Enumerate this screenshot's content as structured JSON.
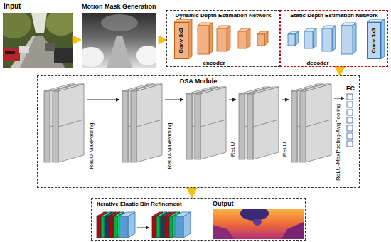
{
  "diagram": {
    "nodes": [
      {
        "text": [
          "Input"
        ]
      },
      {
        "text": [
          "Motion Mask Generation"
        ]
      },
      {
        "text": [
          "Dynamic Depth Estimation Network"
        ]
      },
      {
        "text": [
          "Conv 3x3"
        ],
        "in": 2
      },
      {
        "text": [
          "Static Depth Estimation Network"
        ]
      },
      {
        "text": [
          "Conv 3x3"
        ],
        "in": 4
      },
      {
        "text": [
          "DSA Module"
        ]
      },
      {
        "text": [
          "Iterative Elastic Bin Refinement",
          "Output"
        ]
      }
    ],
    "edges": [
      {
        "from": 0,
        "to": 1,
        "arrow": "to"
      },
      {
        "from": 1,
        "to": 2,
        "arrow": "to"
      },
      {
        "from": 4,
        "to": 6,
        "arrow": "to"
      },
      {
        "from": 6,
        "to": 7,
        "arrow": "to"
      }
    ],
    "labels": [
      "encoder",
      "decoder",
      "ReLU-MaxPooling",
      "ReLU-MaxPooling",
      "ReLU",
      "ReLU",
      "ReLU-MaxPooling-AvgPooling",
      "FC"
    ]
  }
}
